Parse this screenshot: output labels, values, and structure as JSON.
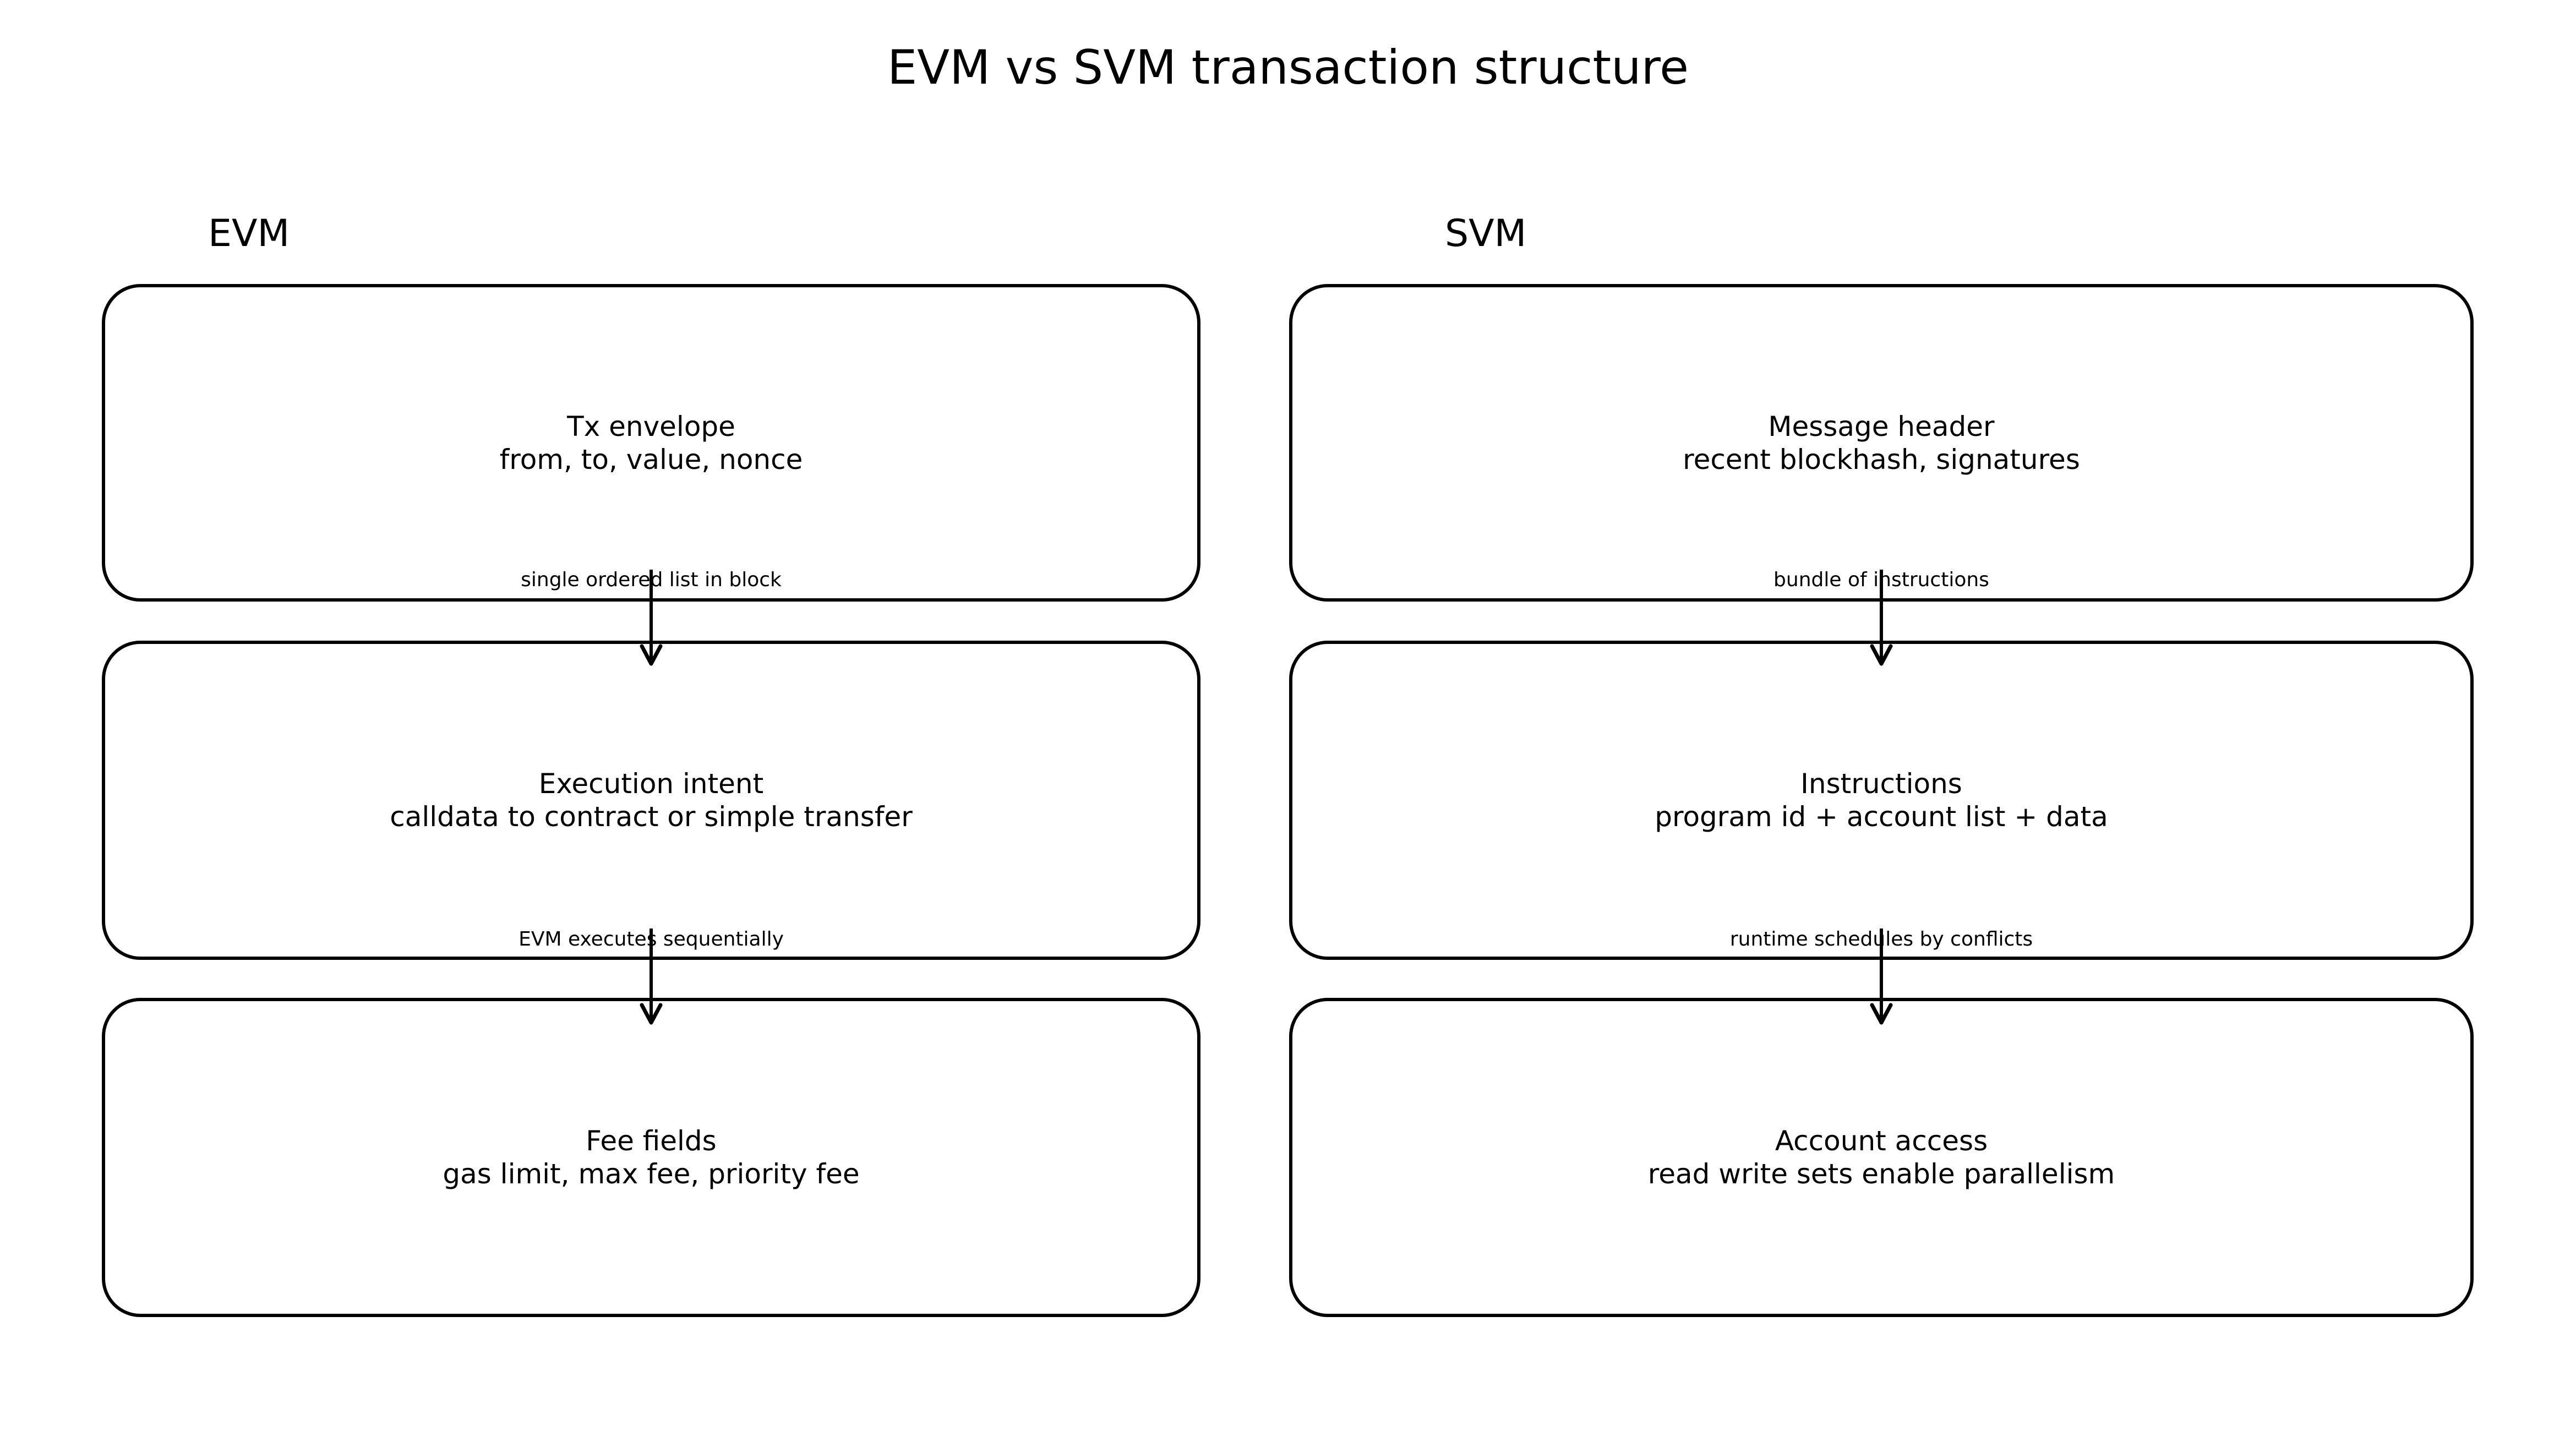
{
  "title": "EVM vs SVM transaction structure",
  "colors": {
    "background": "#ffffff",
    "stroke": "#000000",
    "text": "#000000"
  },
  "columns": [
    {
      "label": "EVM",
      "boxes": [
        {
          "heading": "Tx envelope",
          "subtext": "from, to, value, nonce"
        },
        {
          "heading": "Execution intent",
          "subtext": "calldata to contract or simple transfer"
        },
        {
          "heading": "Fee fields",
          "subtext": "gas limit, max fee, priority fee"
        }
      ],
      "arrow_labels": [
        "single ordered list in block",
        "EVM executes sequentially"
      ]
    },
    {
      "label": "SVM",
      "boxes": [
        {
          "heading": "Message header",
          "subtext": "recent blockhash, signatures"
        },
        {
          "heading": "Instructions",
          "subtext": "program id + account list + data"
        },
        {
          "heading": "Account access",
          "subtext": "read write sets enable parallelism"
        }
      ],
      "arrow_labels": [
        "bundle of instructions",
        "runtime schedules by conflicts"
      ]
    }
  ]
}
